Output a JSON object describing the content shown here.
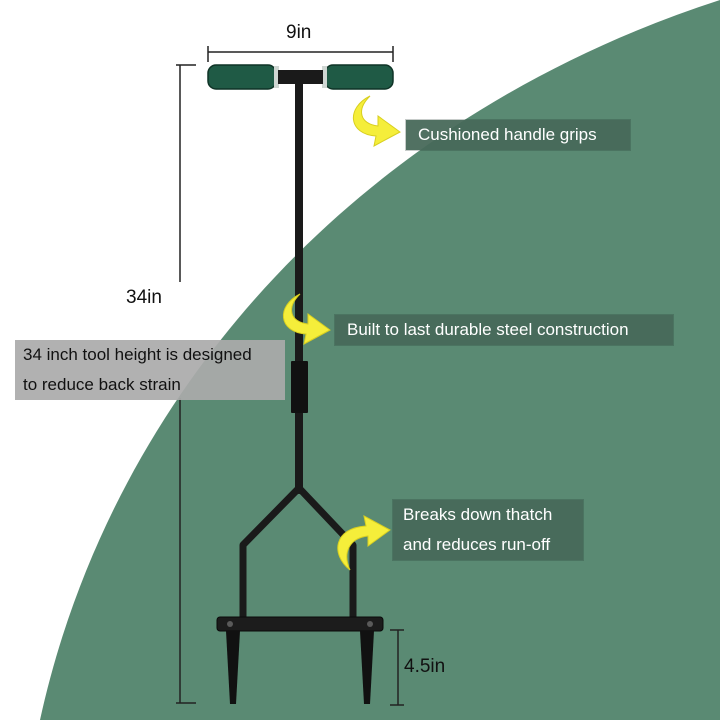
{
  "dimensions": {
    "width_label": "9in",
    "height_label": "34in",
    "spike_label": "4.5in"
  },
  "callouts": {
    "grips": "Cushioned handle grips",
    "steel": "Built to last durable steel construction",
    "thatch_line1": "Breaks down thatch",
    "thatch_line2": "and reduces run-off",
    "height_line1": "34 inch tool height is designed",
    "height_line2": "to reduce back strain"
  },
  "colors": {
    "background": "#5a8a73",
    "callout_box": "#48695a",
    "note_box": "#aaaaaa",
    "arrow": "#f5ee3a",
    "grip": "#1f5a45",
    "steel": "#1a1a1a"
  },
  "icons": [
    "curved-arrow-icon",
    "curved-arrow-icon",
    "curved-arrow-icon"
  ]
}
